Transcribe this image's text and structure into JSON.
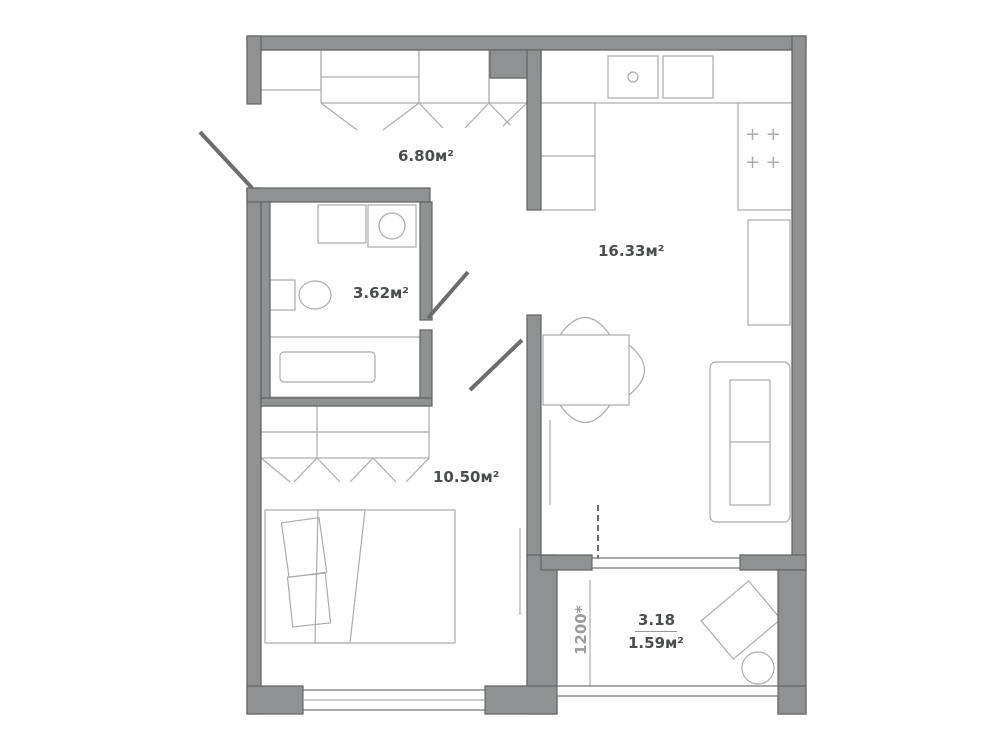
{
  "rooms": {
    "hallway": {
      "area": "6.80м²"
    },
    "bathroom": {
      "area": "3.62м²"
    },
    "kitchen_living": {
      "area": "16.33м²"
    },
    "bedroom": {
      "area": "10.50м²"
    },
    "balcony": {
      "area_full": "3.18",
      "area": "1.59м²",
      "railing_height": "1200*"
    }
  },
  "colors": {
    "wall": "#8f9192",
    "outline": "#5f6264",
    "furniture": "#a9abad",
    "text": "#4a4d50"
  }
}
